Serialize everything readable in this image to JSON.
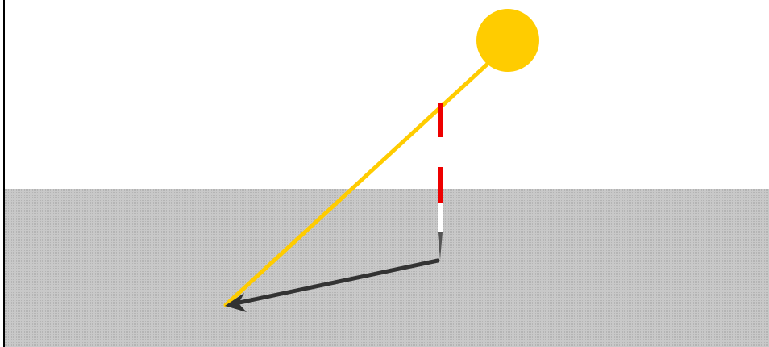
{
  "colors": {
    "background": "#ffffff",
    "ground": "#c8c8c8",
    "ground_dot": "#b4b4b4",
    "frame": "#000000",
    "sun": "#ffcc00",
    "sun_ray": "#ffcc00",
    "gnomon_red": "#ee0000",
    "gnomon_white": "#ffffff",
    "gnomon_tip": "#555555",
    "shadow": "#333333"
  },
  "scene": {
    "sun": {
      "icon": "sun-icon",
      "shape": "circle"
    },
    "sun_ray": {
      "icon": "sun-ray",
      "shape": "line"
    },
    "gnomon": {
      "icon": "gnomon-pole",
      "pattern": "red-white-dashed",
      "segments": 5
    },
    "shadow": {
      "icon": "shadow-arrow",
      "shape": "arrow"
    },
    "ground": {
      "icon": "ground-plane",
      "fill": "dotted"
    }
  }
}
